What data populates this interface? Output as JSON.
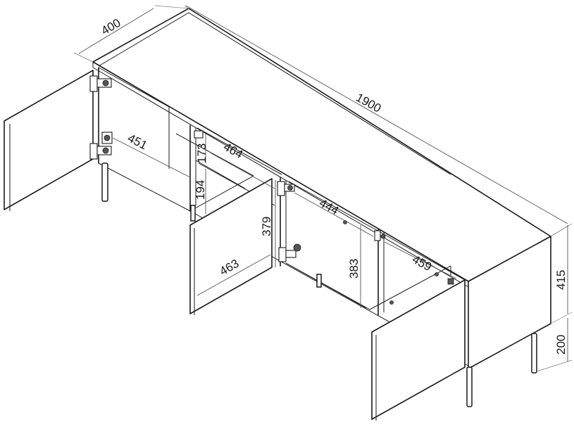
{
  "figure": {
    "colors": {
      "line": "#1a1a1a",
      "dimension": "#555555",
      "background": "#ffffff"
    }
  },
  "dimensions": {
    "depth": "400",
    "width": "1900",
    "left_shelf_depth": "451",
    "top_compartment_height": "173",
    "middle_shelf_depth": "464",
    "left_lower_height": "194",
    "middle_door_height": "379",
    "middle_door_width": "463",
    "right_shelf_depth": "444",
    "middle_inner_height": "383",
    "right_inner_depth": "459",
    "body_height": "415",
    "leg_height": "200"
  }
}
